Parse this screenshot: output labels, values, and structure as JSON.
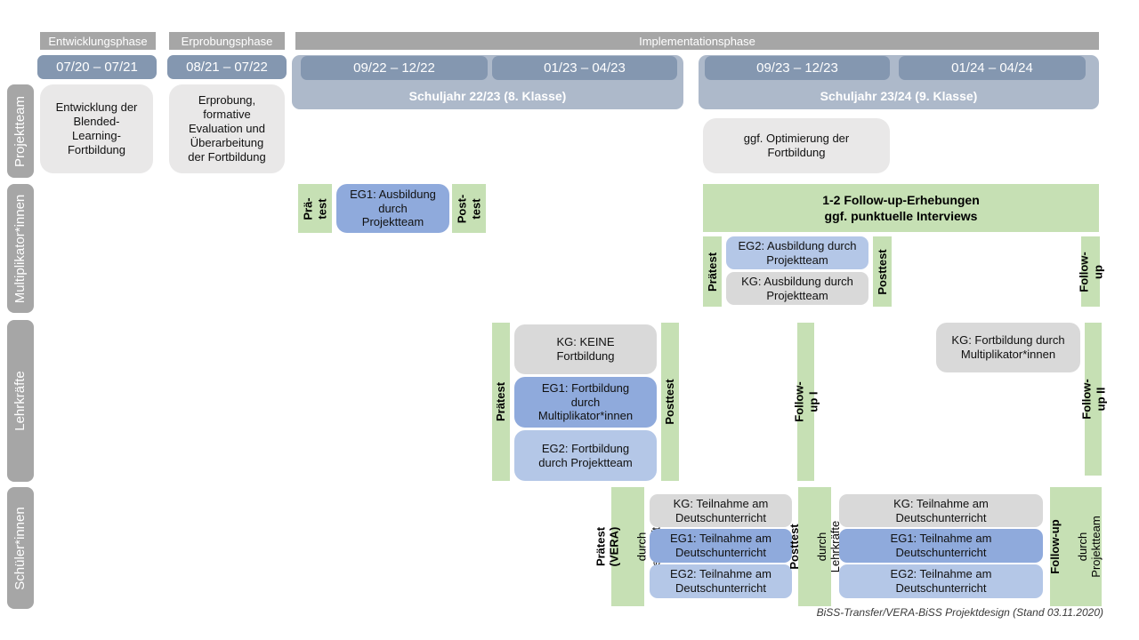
{
  "colors": {
    "phase_gray": "#a6a6a6",
    "date_blue": "#8497b0",
    "container_blue": "#adb9ca",
    "light_gray": "#e9e8e8",
    "kg_gray": "#d9d9d9",
    "eg1_blue": "#8faadc",
    "eg2_blue": "#b4c7e7",
    "green": "#c6e0b4"
  },
  "phases": {
    "entwicklung": "Entwicklungsphase",
    "erprobung": "Erprobungsphase",
    "implementation": "Implementationsphase"
  },
  "timeline": {
    "entwicklung_date": "07/20 – 07/21",
    "erprobung_date": "08/21 – 07/22",
    "schuljahr1": {
      "label": "Schuljahr 22/23 (8. Klasse)",
      "date1": "09/22 – 12/22",
      "date2": "01/23 – 04/23"
    },
    "schuljahr2": {
      "label": "Schuljahr 23/24 (9. Klasse)",
      "date1": "09/23 – 12/23",
      "date2": "01/24 – 04/24"
    }
  },
  "row_labels": {
    "projektteam": "Projektteam",
    "multiplikatoren": "Multiplikator*innen",
    "lehrkraefte": "Lehrkräfte",
    "schueler": "Schüler*innen"
  },
  "projektteam": {
    "entwicklung_box": "Entwicklung der\nBlended-\nLearning-\nFortbildung",
    "erprobung_box": "Erprobung,\nformative\nEvaluation und\nÜberarbeitung\nder Fortbildung",
    "optimierung_box": "ggf. Optimierung der\nFortbildung"
  },
  "multiplikatoren": {
    "praetest1": "Prä-\ntest",
    "eg1": "EG1: Ausbildung\ndurch\nProjektteam",
    "posttest1": "Post-\ntest",
    "followup_banner": "1-2 Follow-up-Erhebungen\nggf. punktuelle Interviews",
    "praetest2": "Prätest",
    "eg2": "EG2: Ausbildung durch\nProjektteam",
    "kg": "KG: Ausbildung durch\nProjektteam",
    "posttest2": "Posttest",
    "followup": "Follow-up"
  },
  "lehrkraefte": {
    "praetest": "Prätest",
    "kg1": "KG: KEINE\nFortbildung",
    "eg1": "EG1: Fortbildung\ndurch\nMultiplikator*innen",
    "eg2": "EG2: Fortbildung\ndurch Projektteam",
    "posttest": "Posttest",
    "followup1": "Follow-up I",
    "kg2": "KG: Fortbildung durch\nMultiplikator*innen",
    "followup2": "Follow-up II"
  },
  "schueler": {
    "praetest_bold": "Prätest (VERA)",
    "praetest_sub": "durch  Lehrkräfte",
    "set1": {
      "kg": "KG: Teilnahme am\nDeutschunterricht",
      "eg1": "EG1: Teilnahme am\nDeutschunterricht",
      "eg2": "EG2: Teilnahme am\nDeutschunterricht"
    },
    "posttest_bold": "Posttest",
    "posttest_sub": "durch  Lehrkräfte",
    "set2": {
      "kg": "KG: Teilnahme am\nDeutschunterricht",
      "eg1": "EG1: Teilnahme am\nDeutschunterricht",
      "eg2": "EG2: Teilnahme am\nDeutschunterricht"
    },
    "followup_bold": "Follow-up",
    "followup_sub": "durch\nProjektteam"
  },
  "caption": "BiSS-Transfer/VERA-BiSS Projektdesign (Stand 03.11.2020)"
}
